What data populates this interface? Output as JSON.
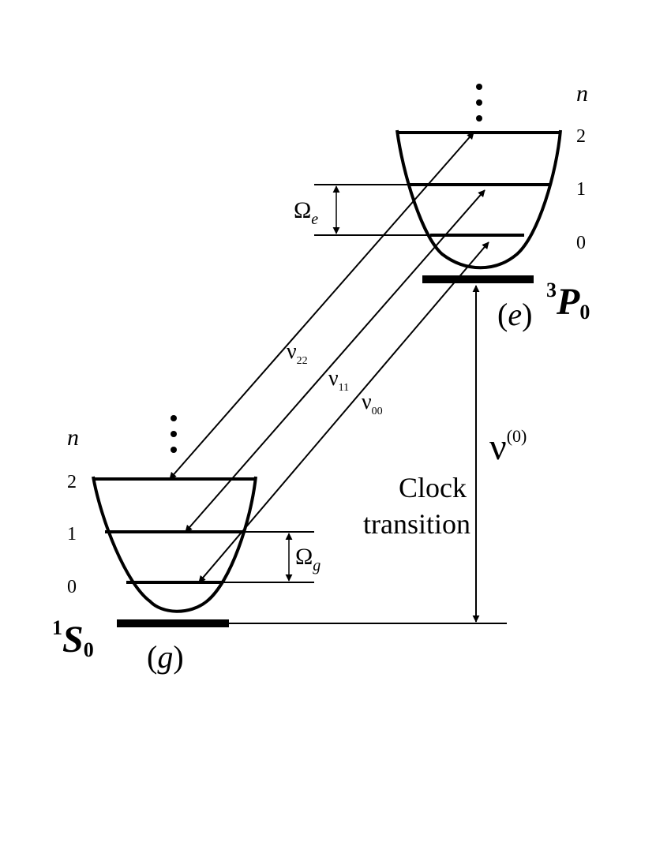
{
  "excited": {
    "state_number": "3",
    "state_letter": "P",
    "state_subscript": "0",
    "label_open": "(",
    "label_letter": "e",
    "label_close": ")",
    "n_header": "n",
    "levels": [
      "2",
      "1",
      "0"
    ],
    "spacing_symbol": "Ω",
    "spacing_subscript": "e"
  },
  "ground": {
    "state_number": "1",
    "state_letter": "S",
    "state_subscript": "0",
    "label_open": "(",
    "label_letter": "g",
    "label_close": ")",
    "n_header": "n",
    "levels": [
      "2",
      "1",
      "0"
    ],
    "spacing_symbol": "Ω",
    "spacing_subscript": "g"
  },
  "transitions": [
    {
      "symbol": "ν",
      "subscript": "22"
    },
    {
      "symbol": "ν",
      "subscript": "11"
    },
    {
      "symbol": "ν",
      "subscript": "00"
    }
  ],
  "clock": {
    "symbol": "ν",
    "superscript": "(0)",
    "label_line1": "Clock",
    "label_line2": "transition"
  }
}
